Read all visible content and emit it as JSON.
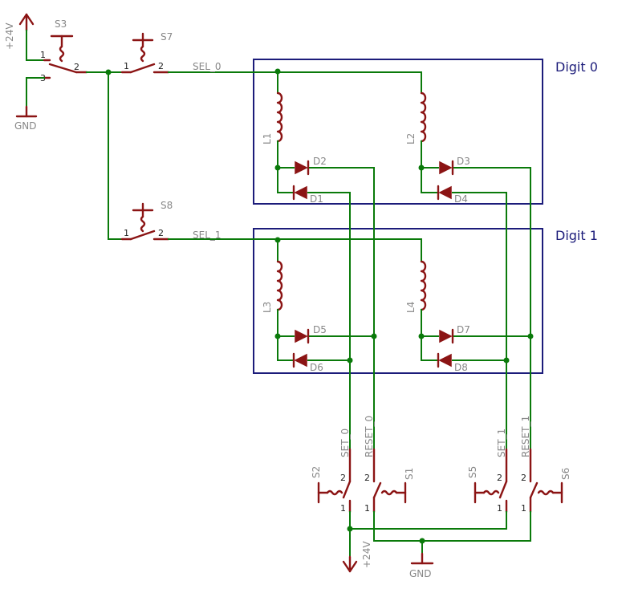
{
  "supply": {
    "positive": "+24V",
    "ground": "GND"
  },
  "digits": [
    {
      "title": "Digit 0",
      "select_net": "SEL_0"
    },
    {
      "title": "Digit 1",
      "select_net": "SEL_1"
    }
  ],
  "inductors": [
    "L1",
    "L2",
    "L3",
    "L4"
  ],
  "diodes": [
    "D1",
    "D2",
    "D3",
    "D4",
    "D5",
    "D6",
    "D7",
    "D8"
  ],
  "switches": [
    "S1",
    "S2",
    "S3",
    "S5",
    "S6",
    "S7",
    "S8"
  ],
  "nets": {
    "set_0": "SET_0",
    "reset_0": "RESET_0",
    "set_1": "SET_1",
    "reset_1": "RESET_1"
  },
  "pins": {
    "p1": "1",
    "p2": "2",
    "p3": "3"
  },
  "colors": {
    "wire": "#0a7a0a",
    "part": "#8b1414",
    "box": "#1c1c7a",
    "label": "#888888"
  }
}
